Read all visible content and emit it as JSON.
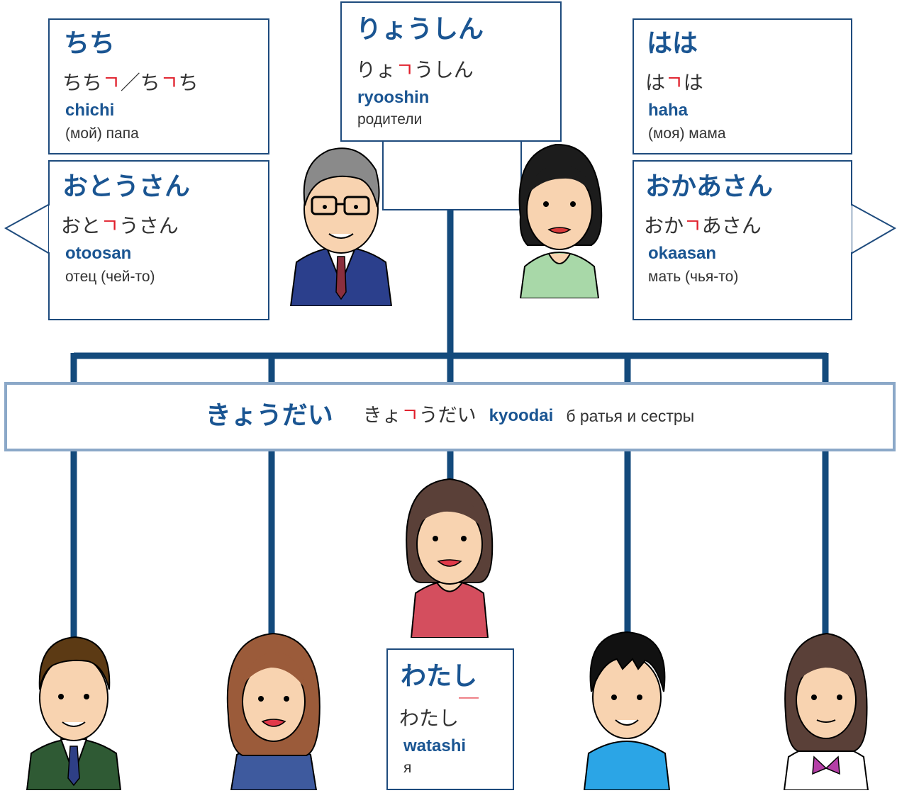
{
  "colors": {
    "title": "#1a5592",
    "accent": "#e01e2a",
    "line": "#134a7c",
    "band_border": "#8ba8c8"
  },
  "cards": {
    "chichi": {
      "title": "ちち",
      "reading_a": "ちち",
      "accent_a": "ㄱ",
      "sep": "／",
      "reading_b": "ち",
      "accent_b": "ㄱ",
      "reading_c": "ち",
      "romaji": "chichi",
      "meaning": "(мой) папа"
    },
    "otoosan": {
      "title": "おとうさん",
      "reading_a": "おと",
      "accent_a": "ㄱ",
      "reading_b": "うさん",
      "romaji": "otoosan",
      "meaning": "отец (чей-то)"
    },
    "ryooshin": {
      "title": "りょうしん",
      "reading_a": "りょ",
      "accent_a": "ㄱ",
      "reading_b": "うしん",
      "romaji": "ryooshin",
      "meaning": "родители"
    },
    "haha": {
      "title": "はは",
      "reading_a": "は",
      "accent_a": "ㄱ",
      "reading_b": "は",
      "romaji": "haha",
      "meaning": "(моя) мама"
    },
    "okaasan": {
      "title": "おかあさん",
      "reading_a": "おか",
      "accent_a": "ㄱ",
      "reading_b": "あさん",
      "romaji": "okaasan",
      "meaning": "мать (чья-то)"
    },
    "watashi": {
      "title": "わたし",
      "reading_a": "わたし",
      "accent_a": "￣",
      "romaji": "watashi",
      "meaning": "я"
    }
  },
  "band": {
    "title": "きょうだい",
    "reading_a": "きょ",
    "accent_a": "ㄱ",
    "reading_b": "うだい",
    "romaji": "kyoodai",
    "meaning": "б ратья и сестры"
  }
}
